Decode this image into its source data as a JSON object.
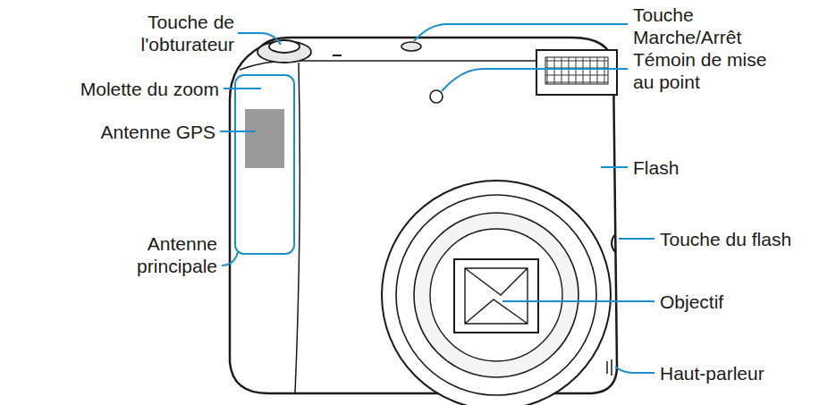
{
  "diagram": {
    "labels": [
      "Touche de l'obturateur",
      "Molette du zoom",
      "Antenne GPS",
      "Antenne principale",
      "Touche Marche/Arrêt",
      "Témoin de mise au point",
      "Flash",
      "Touche du flash",
      "Objectif",
      "Haut-parleur"
    ]
  }
}
